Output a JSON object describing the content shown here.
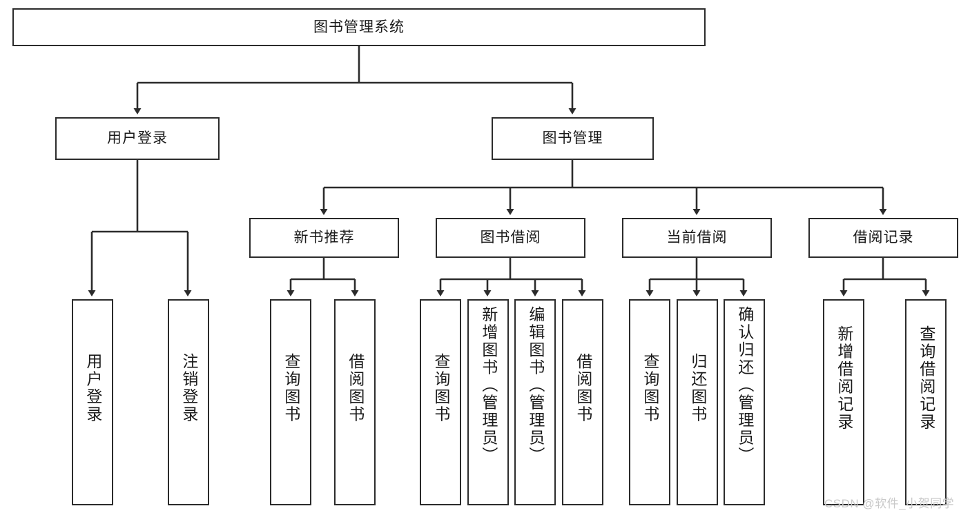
{
  "diagram": {
    "title": "图书管理系统",
    "type": "tree-hierarchy-chart",
    "colors": {
      "stroke": "#2b2b2b",
      "fill": "#ffffff",
      "text": "#1a1a1a",
      "watermark": "#c9c9c9"
    },
    "root": {
      "label": "图书管理系统"
    },
    "level2": [
      {
        "label": "用户登录"
      },
      {
        "label": "图书管理"
      }
    ],
    "level3": [
      {
        "label": "新书推荐"
      },
      {
        "label": "图书借阅"
      },
      {
        "label": "当前借阅"
      },
      {
        "label": "借阅记录"
      }
    ],
    "leaves": [
      {
        "label": "用户登录",
        "parent": "用户登录"
      },
      {
        "label": "注销登录",
        "parent": "用户登录"
      },
      {
        "label": "查询图书",
        "parent": "新书推荐"
      },
      {
        "label": "借阅图书",
        "parent": "新书推荐"
      },
      {
        "label": "查询图书",
        "parent": "图书借阅"
      },
      {
        "label": "新增图书（管理员）",
        "parent": "图书借阅"
      },
      {
        "label": "编辑图书（管理员）",
        "parent": "图书借阅"
      },
      {
        "label": "借阅图书",
        "parent": "图书借阅"
      },
      {
        "label": "查询图书",
        "parent": "当前借阅"
      },
      {
        "label": "归还图书",
        "parent": "当前借阅"
      },
      {
        "label": "确认归还（管理员）",
        "parent": "当前借阅"
      },
      {
        "label": "新增借阅记录",
        "parent": "借阅记录"
      },
      {
        "label": "查询借阅记录",
        "parent": "借阅记录"
      }
    ],
    "watermark": "CSDN @软件_小贺同学"
  }
}
